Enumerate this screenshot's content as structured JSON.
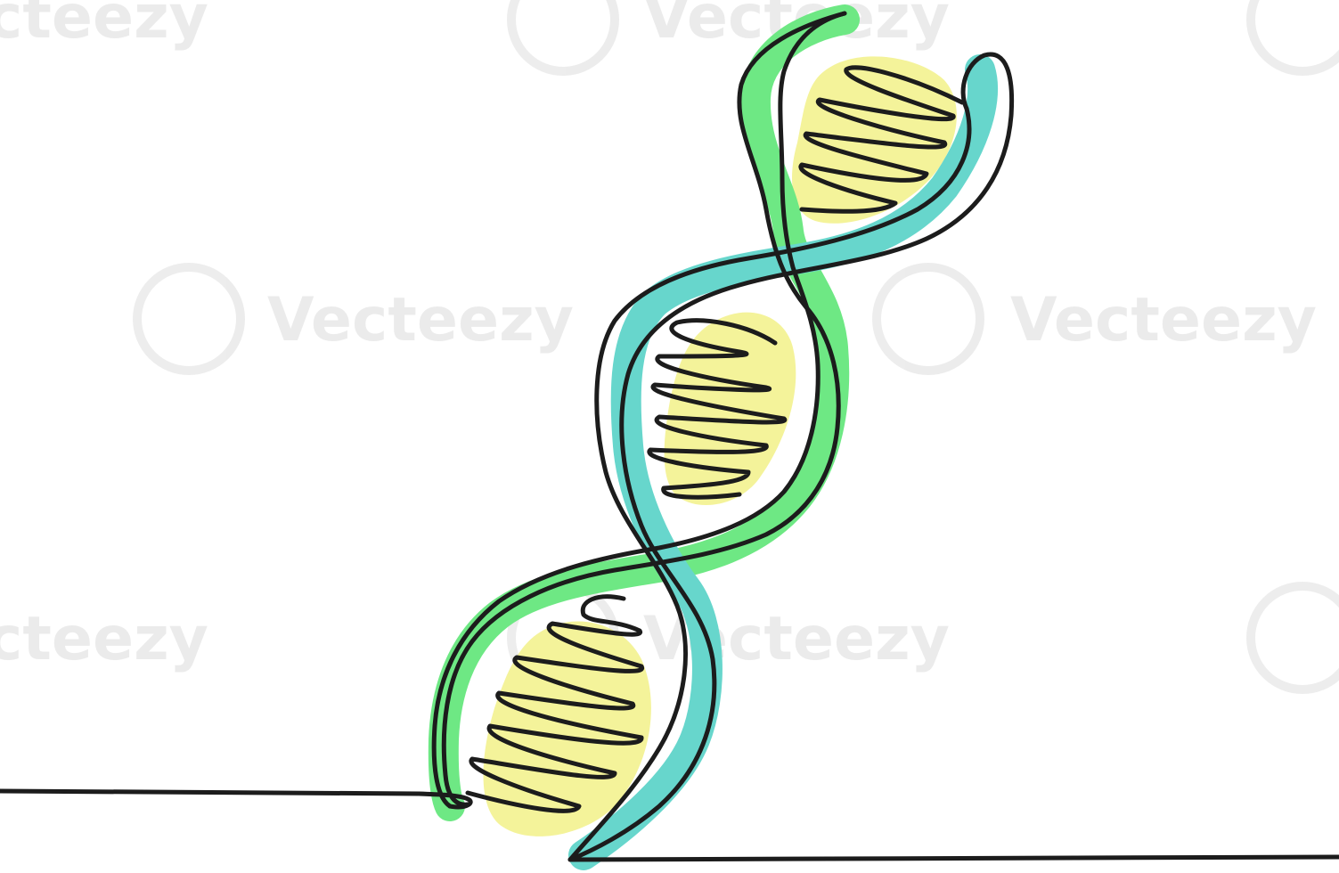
{
  "illustration": {
    "subject": "dna-double-helix",
    "style": "continuous-line-drawing",
    "colors": {
      "background": "#ffffff",
      "outline": "#1c1c1c",
      "strand_green": "#6ee884",
      "strand_teal": "#67d6cc",
      "base_pair_fill": "#f4f39a",
      "watermark": "#e6e6e6"
    }
  },
  "watermark": {
    "brand": "Vecteezy",
    "logo_icon": "vecteezy-v-logo-icon"
  }
}
